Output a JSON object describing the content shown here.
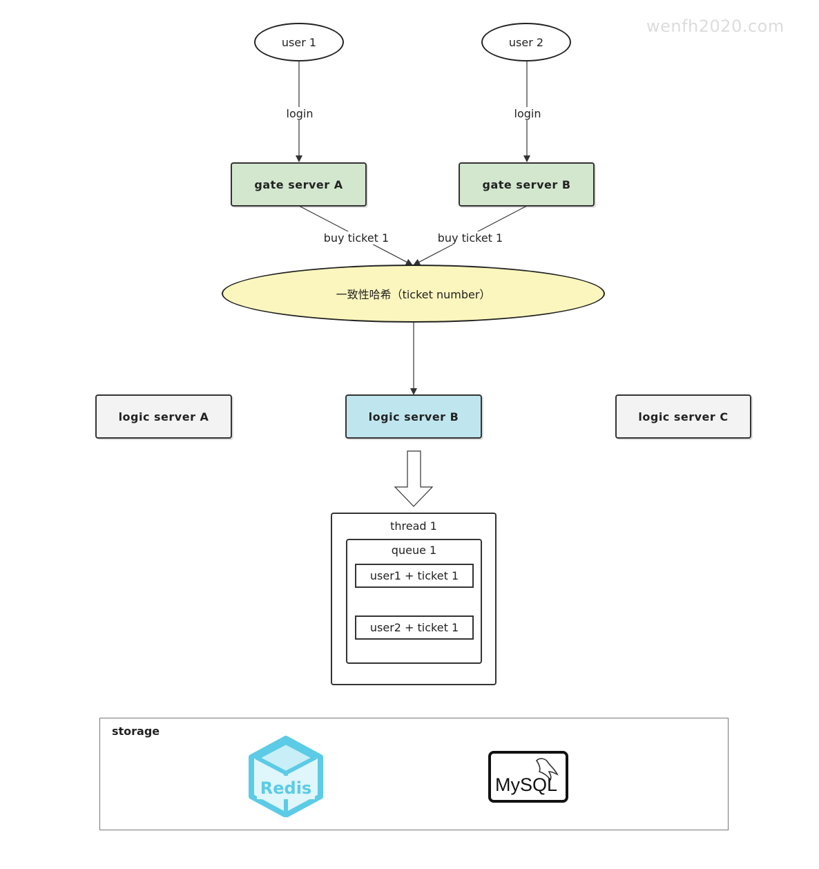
{
  "watermark": "wenfh2020.com",
  "users": [
    {
      "label": "user 1"
    },
    {
      "label": "user 2"
    }
  ],
  "edges": {
    "login_1": "login",
    "login_2": "login",
    "buy_1": "buy ticket 1",
    "buy_2": "buy ticket 1"
  },
  "gates": [
    {
      "label": "gate server A"
    },
    {
      "label": "gate server B"
    }
  ],
  "hash_node": {
    "label": "一致性哈希（ticket number）"
  },
  "logic_servers": [
    {
      "label": "logic server A"
    },
    {
      "label": "logic server B"
    },
    {
      "label": "logic server C"
    }
  ],
  "thread": {
    "label": "thread 1",
    "queue": {
      "label": "queue 1",
      "items": [
        "user1 + ticket 1",
        "user2 + ticket 1"
      ]
    }
  },
  "storage": {
    "title": "storage",
    "redis_logo_text": "Redis",
    "mysql_logo_text": "MySQL"
  },
  "colors": {
    "gate_fill": "#d3e7cf",
    "logic_active_fill": "#bfe6ee",
    "logic_idle_fill": "#f3f3f3",
    "hash_fill": "#fbf6bd",
    "redis_blue": "#5ccbe6"
  }
}
